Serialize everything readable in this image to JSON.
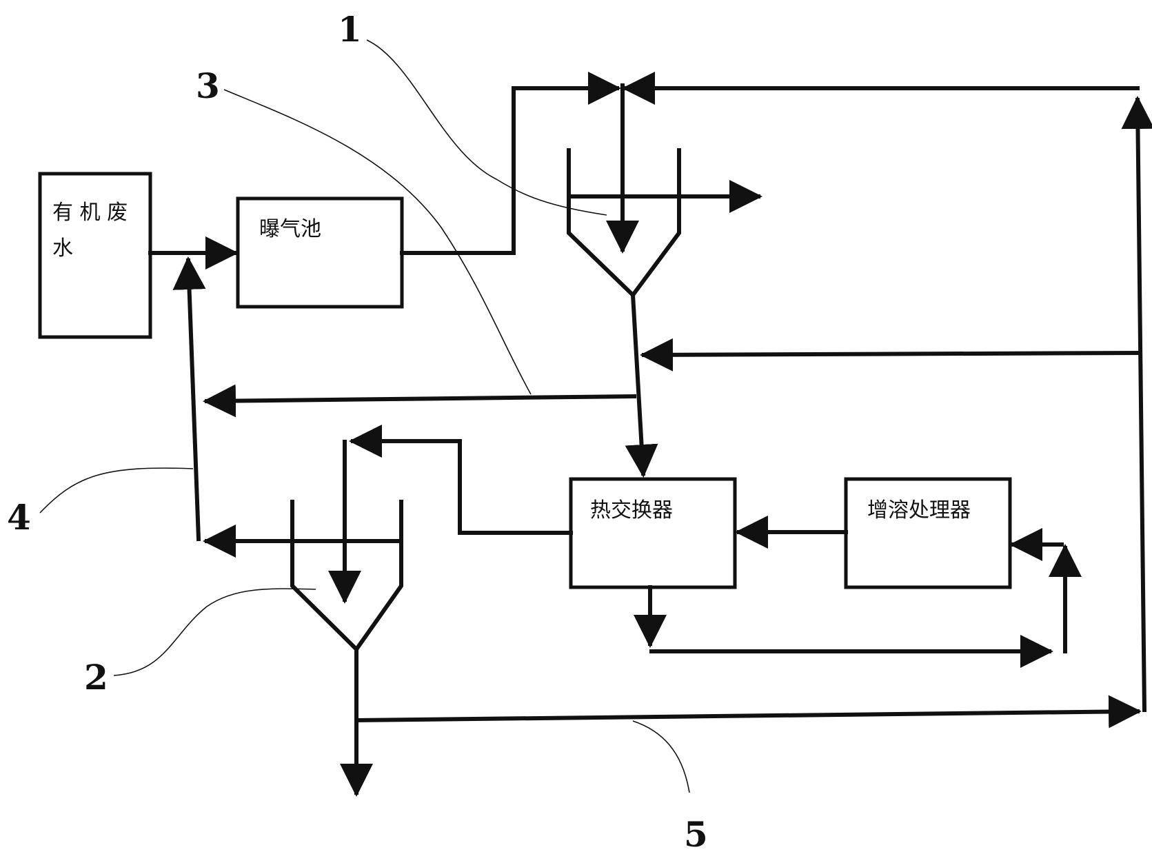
{
  "boxes": {
    "wastewater_line1": "有 机 废",
    "wastewater_line2": "水",
    "aeration_tank": "曝气池",
    "heat_exchanger": "热交换器",
    "solubilizer": "增溶处理器"
  },
  "callouts": {
    "n1": "1",
    "n2": "2",
    "n3": "3",
    "n4": "4",
    "n5": "5"
  },
  "colors": {
    "line": "#111111",
    "background": "#ffffff"
  }
}
